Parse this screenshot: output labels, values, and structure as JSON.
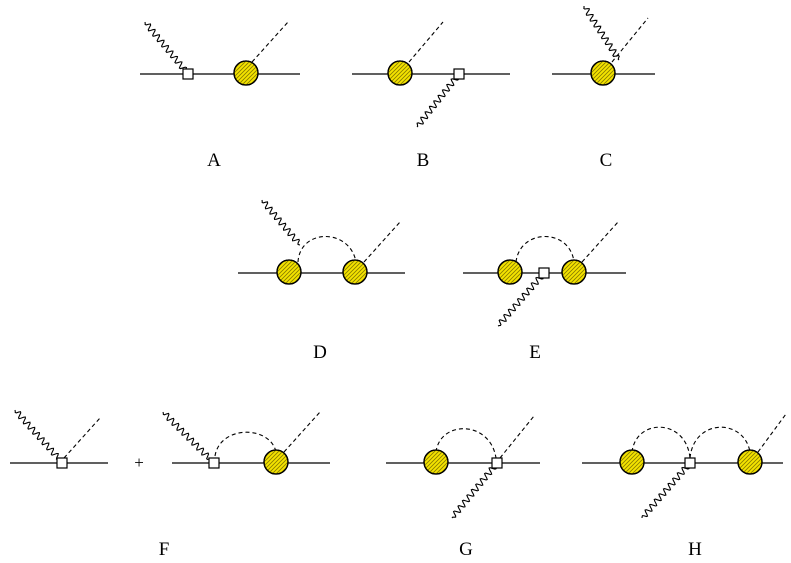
{
  "labels": {
    "a": "A",
    "b": "B",
    "c": "C",
    "d": "D",
    "e": "E",
    "f": "F",
    "g": "G",
    "h": "H"
  },
  "plus_sign": "+",
  "colors": {
    "blob": "#f5e400",
    "line": "#000000"
  }
}
